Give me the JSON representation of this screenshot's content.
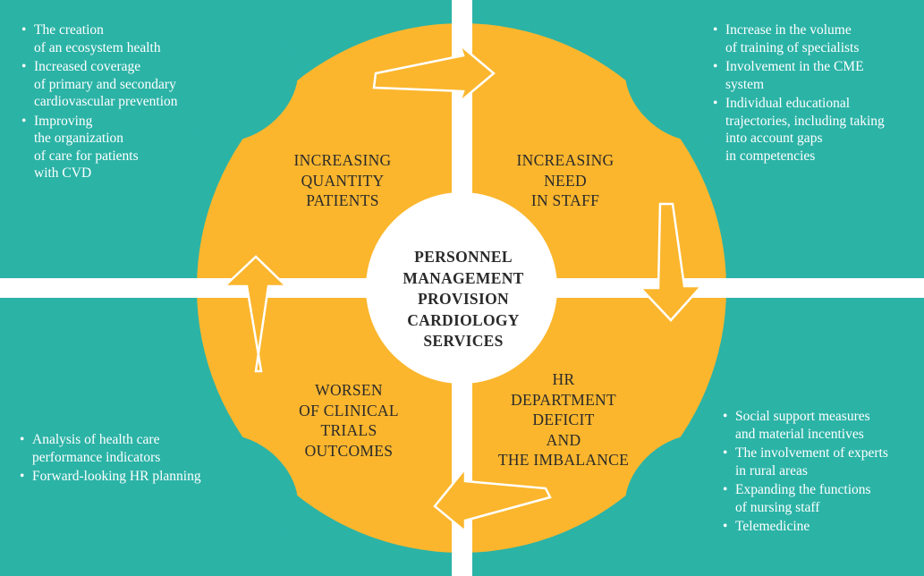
{
  "colors": {
    "background_teal": "#2bb3a6",
    "segment_orange": "#fbb62d",
    "separator_white": "#ffffff",
    "text_dark": "#2a2a2a"
  },
  "center": {
    "label": "PERSONNEL\nMANAGEMENT\nPROVISION\nCARDIOLOGY\nSERVICES"
  },
  "segments": {
    "top_left": "INCREASING\nQUANTITY\nPATIENTS",
    "top_right": "INCREASING\nNEED\nIN STAFF",
    "bottom_right": "HR\nDEPARTMENT\nDEFICIT\nAND\nTHE IMBALANCE",
    "bottom_left": "WORSEN\nOF CLINICAL\nTRIALS\nOUTCOMES"
  },
  "bullets": {
    "top_left": [
      "The creation\nof an ecosystem health",
      "Increased coverage\nof primary and secondary\ncardiovascular prevention",
      "Improving\nthe organization\nof care for patients\nwith CVD"
    ],
    "top_right": [
      "Increase in the volume\nof training of specialists",
      "Involvement in the CME\nsystem",
      "Individual educational\ntrajectories, including taking\ninto account gaps\nin competencies"
    ],
    "bottom_left": [
      "Analysis of health care\nperformance indicators",
      "Forward-looking HR planning"
    ],
    "bottom_right": [
      "Social support measures\nand material incentives",
      "The involvement of experts\nin rural areas",
      "Expanding the functions\nof nursing staff",
      "Telemedicine"
    ]
  },
  "arrows": [
    "arrow-right",
    "arrow-down",
    "arrow-left",
    "arrow-up"
  ]
}
